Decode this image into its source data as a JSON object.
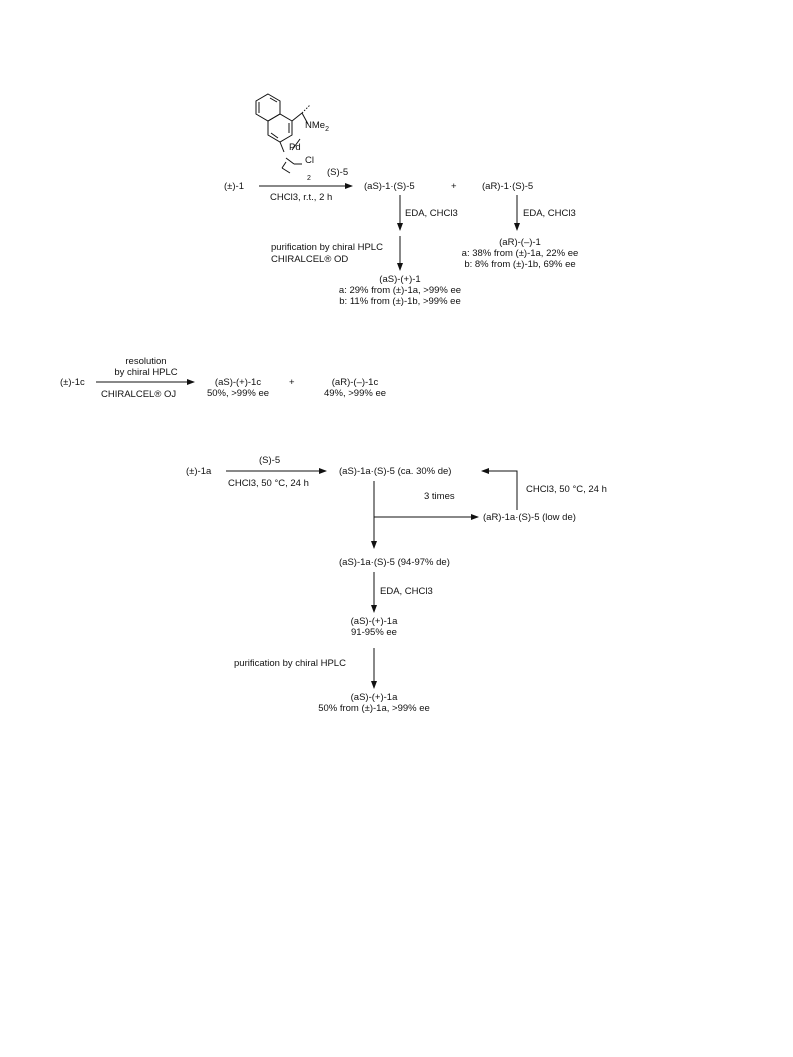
{
  "scheme1": {
    "reagent_structure": {
      "nme2": "NMe",
      "nme2_sub": "2",
      "pd": "Pd",
      "cl": "Cl",
      "bridge_sub": "2"
    },
    "start": "(±)-1",
    "reagent_label": "(S)-5",
    "conditions": "CHCl3, r.t., 2 h",
    "product_left": "(aS)-1·(S)-5",
    "plus": "+",
    "product_right": "(aR)-1·(S)-5",
    "step_left": "EDA, CHCl3",
    "step_right": "EDA, CHCl3",
    "hplc_line1": "purification by chiral HPLC",
    "hplc_line2": "CHIRALCEL® OD",
    "right_final_name": "(aR)-(–)-1",
    "right_final_a": "a: 38% from (±)-1a, 22% ee",
    "right_final_b": "b: 8% from (±)-1b, 69% ee",
    "left_final_name": "(aS)-(+)-1",
    "left_final_a": "a: 29% from (±)-1a, >99% ee",
    "left_final_b": "b: 11% from (±)-1b, >99% ee"
  },
  "scheme2": {
    "start": "(±)-1c",
    "above_line1": "resolution",
    "above_line2": "by chiral HPLC",
    "below": "CHIRALCEL® OJ",
    "prod1_name": "(aS)-(+)-1c",
    "prod1_yield": "50%, >99% ee",
    "plus": "+",
    "prod2_name": "(aR)-(–)-1c",
    "prod2_yield": "49%, >99% ee"
  },
  "scheme3": {
    "start": "(±)-1a",
    "reagent": "(S)-5",
    "conditions": "CHCl3, 50 °C, 24 h",
    "complex1": "(aS)-1a·(S)-5 (ca. 30% de)",
    "recycle_conditions": "CHCl3, 50 °C, 24 h",
    "times": "3 times",
    "complex_low": "(aR)-1a·(S)-5 (low de)",
    "complex2": "(aS)-1a·(S)-5 (94-97% de)",
    "step": "EDA, CHCl3",
    "product_name": "(aS)-(+)-1a",
    "product_ee": "91-95% ee",
    "hplc": "purification by chiral HPLC",
    "final_name": "(aS)-(+)-1a",
    "final_yield": "50% from (±)-1a, >99% ee"
  }
}
